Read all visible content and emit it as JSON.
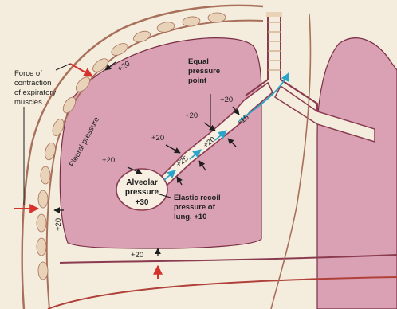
{
  "labels": {
    "force_line1": "Force of",
    "force_line2": "contraction",
    "force_line3": "of expiratory",
    "force_line4": "muscles",
    "pleural": "Pleural pressure",
    "equal_line1": "Equal",
    "equal_line2": "pressure",
    "equal_line3": "point",
    "alveolar_line1": "Alveolar",
    "alveolar_line2": "pressure",
    "alveolar_value": "+30",
    "elastic_line1": "Elastic recoil",
    "elastic_line2": "pressure of",
    "elastic_line3": "lung,  +10"
  },
  "values": {
    "pleural_top": "+20",
    "pleural_left": "+20",
    "pleural_bottom": "+20",
    "airway_left": "+20",
    "airway_mid": "+20",
    "airway_right": "+20",
    "airway_upper": "+20",
    "inside_25": "+25",
    "inside_20": "+20",
    "inside_15": "+15"
  },
  "colors": {
    "lung": "#d9a1b3",
    "lung_edge": "#7a2f45",
    "airway_wall": "#8a3b50",
    "chest_wall": "#a8705a",
    "rib_fill": "#e8d2b8",
    "flow_arrow": "#2aa5c8",
    "force_arrow": "#d6322c",
    "background": "#f4ecdc"
  }
}
